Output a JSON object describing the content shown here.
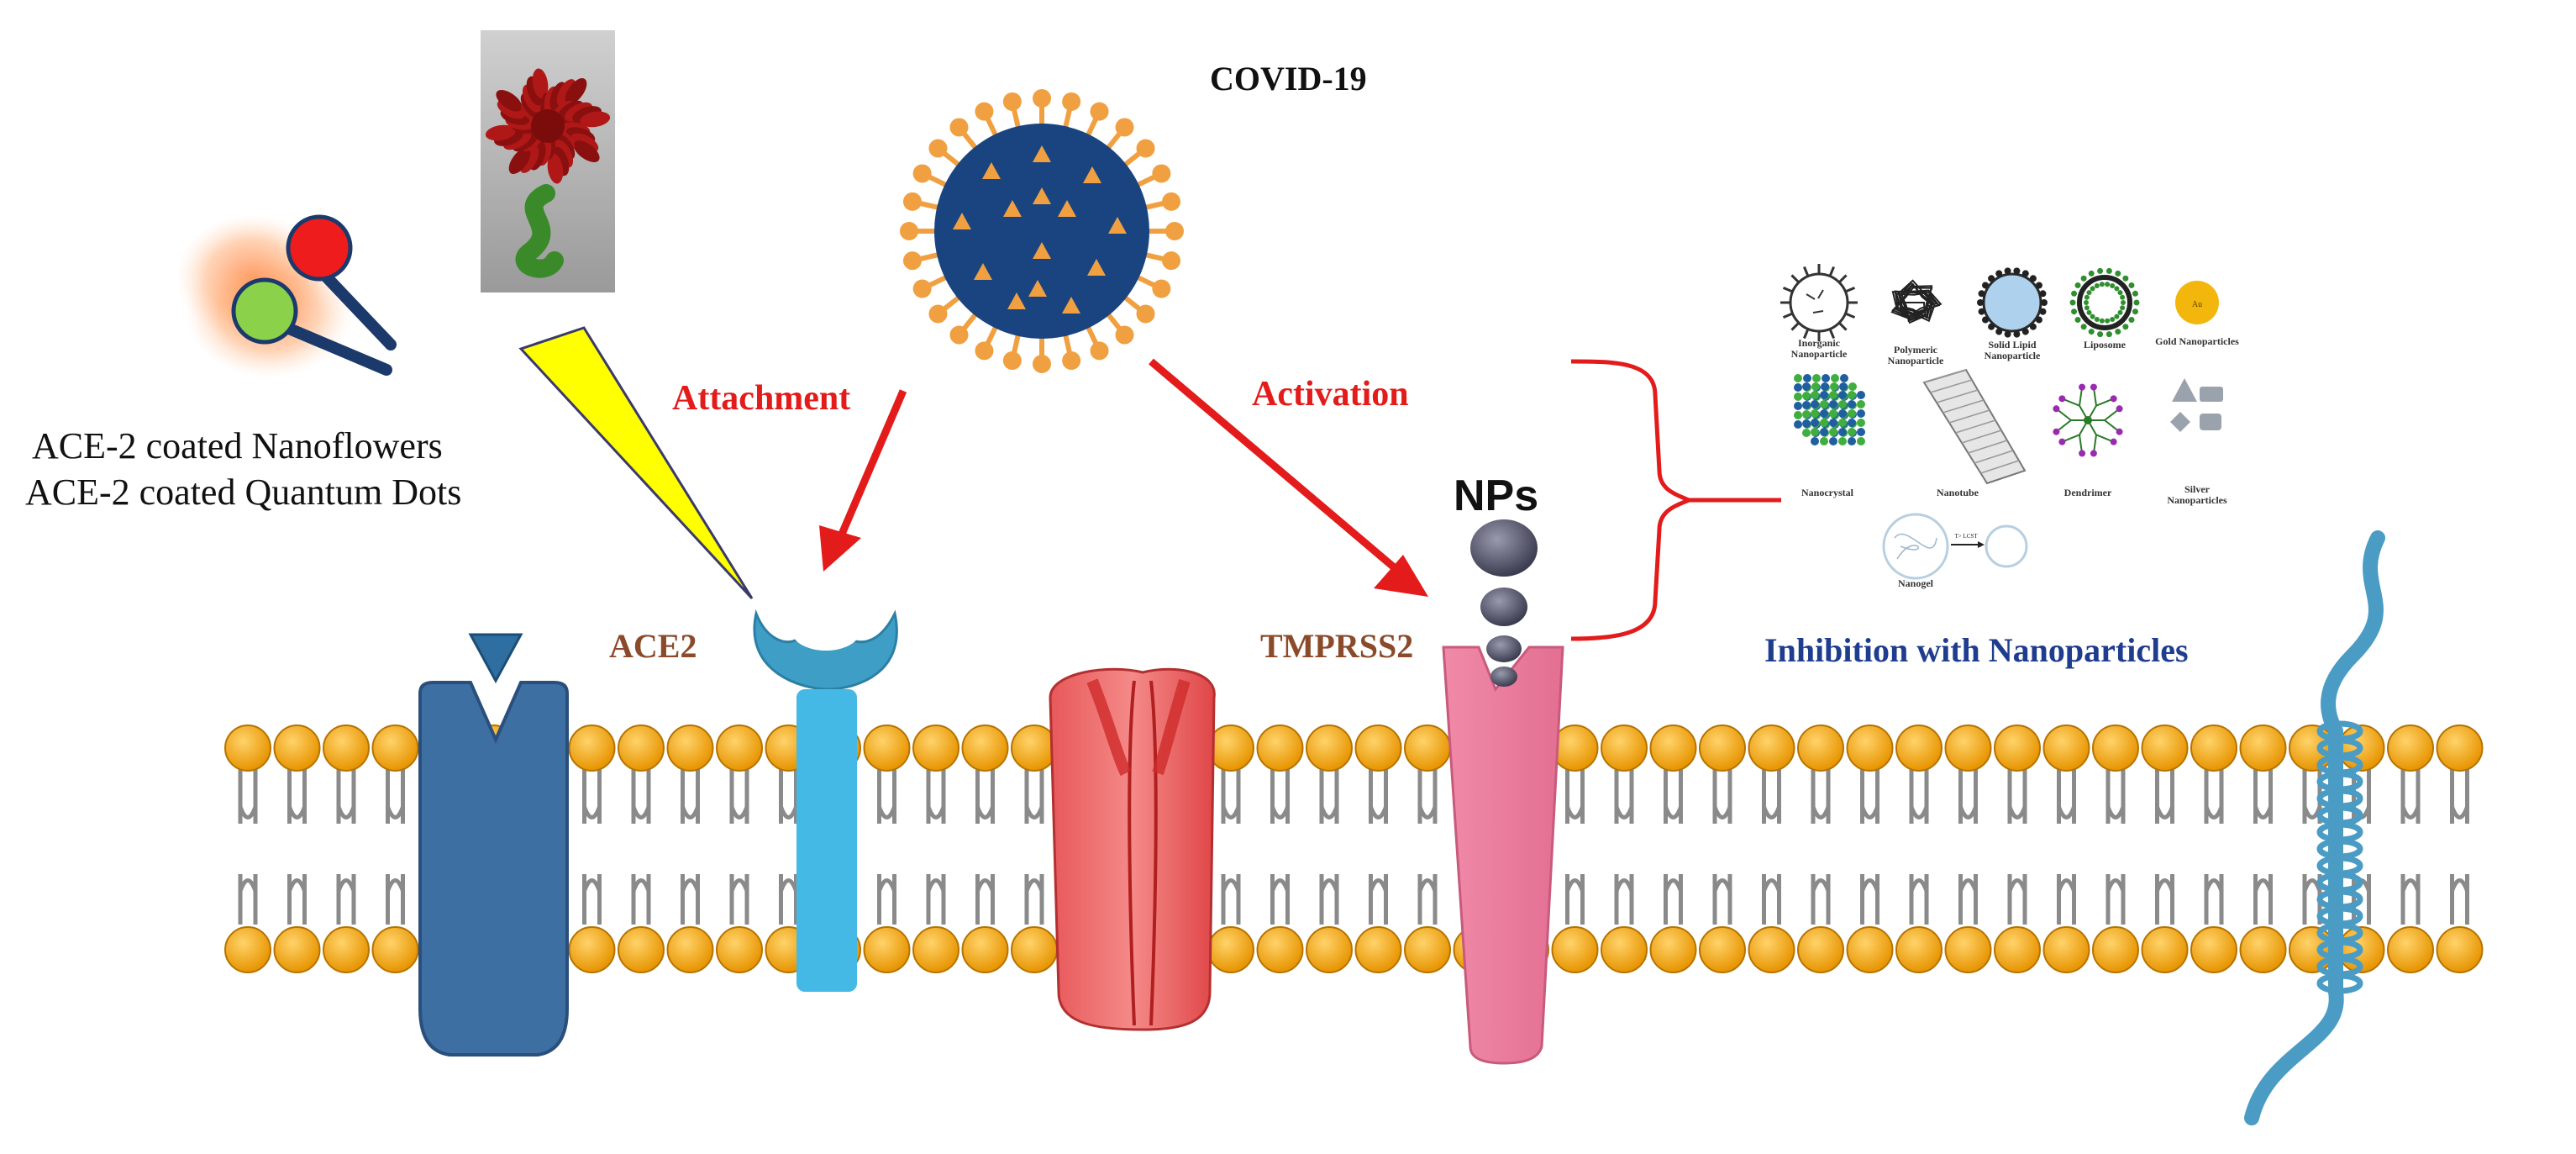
{
  "title": "COVID-19",
  "arrows": {
    "attachment": "Attachment",
    "activation": "Activation"
  },
  "receptors": {
    "ace2": "ACE2",
    "tmprss2": "TMPRSS2"
  },
  "nps_label": "NPs",
  "coated": {
    "line1": "ACE-2 coated Nanoflowers",
    "line2": "ACE-2 coated Quantum Dots"
  },
  "inhibition": "Inhibition  with Nanoparticles",
  "nanoparticles": {
    "inorganic": "Inorganic Nanoparticle",
    "polymeric": "Polymeric Nanoparticle",
    "solid_lipid": "Solid Lipid Nanoparticle",
    "liposome": "Liposome",
    "gold": "Gold Nanoparticles",
    "nanocrystal": "Nanocrystal",
    "nanotube": "Nanotube",
    "dendrimer": "Dendrimer",
    "silver": "Silver Nanoparticles",
    "nanogel": "Nanogel"
  },
  "colors": {
    "label_red": "#e31b1b",
    "label_brown": "#8b4a2a",
    "label_blue": "#1f3d8f",
    "lipid_head": "#f0a020",
    "virus_body": "#1a4480",
    "virus_spike": "#f0a040"
  }
}
